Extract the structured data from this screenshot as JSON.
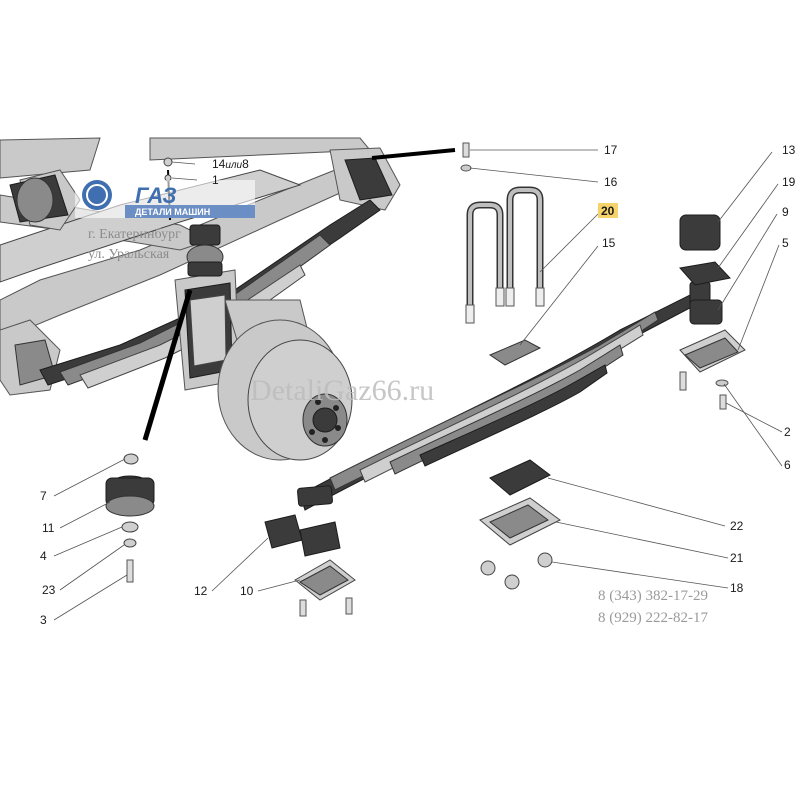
{
  "labels": {
    "l17": "17",
    "l16": "16",
    "l13": "13",
    "l19": "19",
    "l9": "9",
    "l5": "5",
    "l20": "20",
    "l15": "15",
    "l2": "2",
    "l6": "6",
    "l14": "14",
    "l14suffix": "или",
    "l8": "8",
    "l1": "1",
    "l7": "7",
    "l11": "11",
    "l4": "4",
    "l23": "23",
    "l3": "3",
    "l12": "12",
    "l10": "10",
    "l22": "22",
    "l21": "21",
    "l18": "18"
  },
  "highlighted_label": "20",
  "watermark": {
    "site": "DetaliGaz66.ru",
    "phone1": "8 (343) 382-17-29",
    "phone2": "8 (929) 222-82-17",
    "city": "г. Екатеринбург",
    "street": "ул. Уральская"
  },
  "logo": {
    "brand": "ГАЗ",
    "tagline": "ДЕТАЛИ МАШИН",
    "brand_color": "#3f6fb0"
  }
}
